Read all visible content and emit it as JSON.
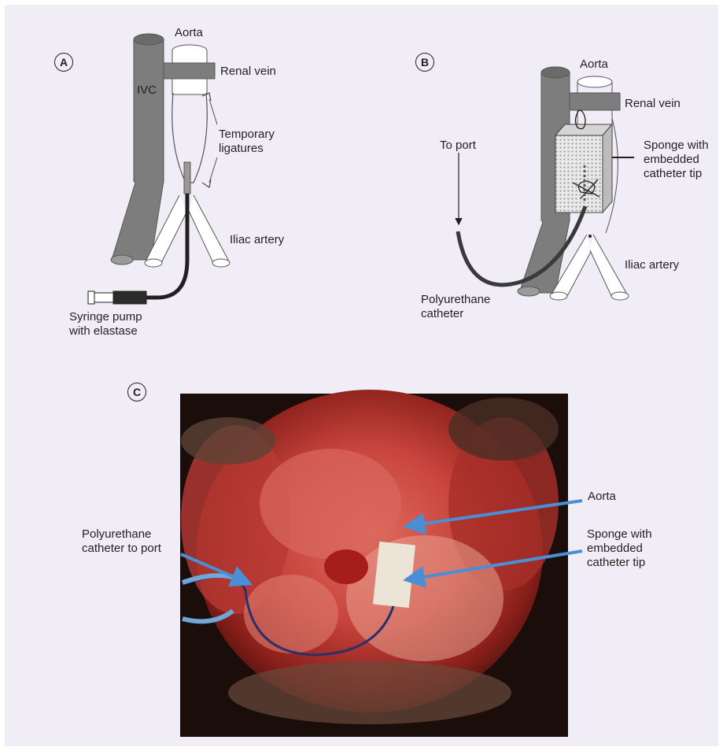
{
  "panels": {
    "a": {
      "letter": "A",
      "labels": {
        "aorta": "Aorta",
        "ivc": "IVC",
        "renal_vein": "Renal vein",
        "temporary_ligatures": "Temporary\nligatures",
        "iliac_artery": "Iliac artery",
        "syringe_pump": "Syringe pump\nwith elastase"
      }
    },
    "b": {
      "letter": "B",
      "labels": {
        "aorta": "Aorta",
        "renal_vein": "Renal vein",
        "to_port": "To port",
        "sponge": "Sponge with\nembedded\ncatheter tip",
        "iliac_artery": "Iliac artery",
        "polyurethane_catheter": "Polyurethane\ncatheter"
      }
    },
    "c": {
      "letter": "C",
      "labels": {
        "aorta": "Aorta",
        "sponge": "Sponge with\nembedded\ncatheter tip",
        "polyurethane_catheter": "Polyurethane\ncatheter to port"
      }
    }
  },
  "colors": {
    "background": "#f1edf6",
    "ivc": "#7d7d7d",
    "arrow_blue": "#4a8fd6",
    "catheter": "#2b2b2b"
  }
}
